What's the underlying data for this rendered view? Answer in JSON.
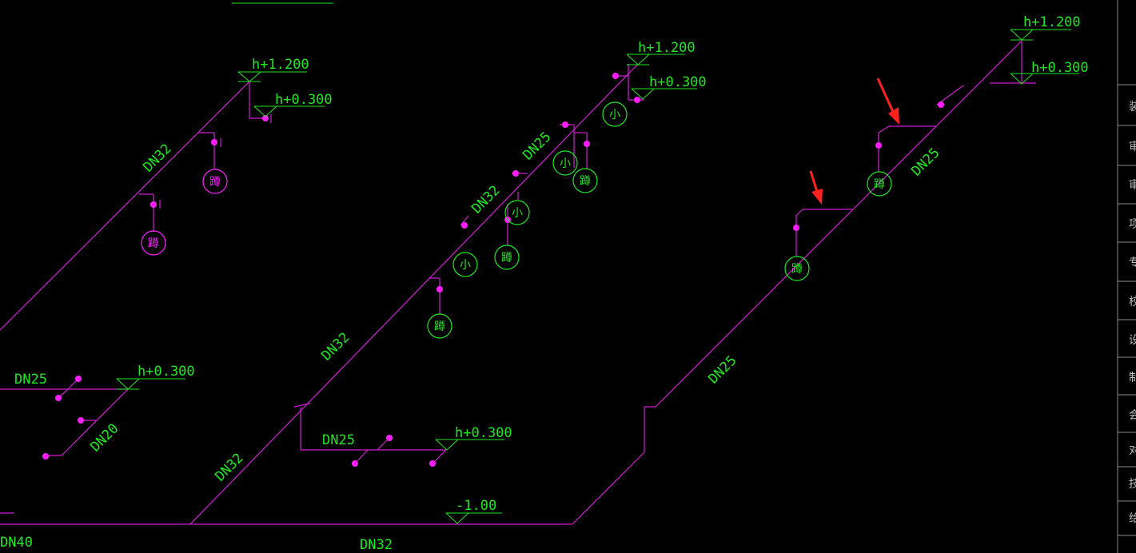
{
  "colors": {
    "background": "#000000",
    "pipe": "#d21ed2",
    "fixture_node": "#ff1eff",
    "label": "#1ee81e",
    "arrow": "#ff2020",
    "frame": "#8a8a8a"
  },
  "labels": {
    "h1200_left": "h+1.200",
    "h0300_left": "h+0.300",
    "dn32_left": "DN32",
    "dn25_lower_left": "DN25",
    "h0300_lower_left": "h+0.300",
    "dn20_lower_left": "DN20",
    "dn40_bottom": "DN40",
    "dn32_bottom": "DN32",
    "h1200_mid": "h+1.200",
    "h0300_mid": "h+0.300",
    "dn25_mid": "DN25",
    "dn32_mid_upper": "DN32",
    "dn32_mid": "DN32",
    "dn32_mid_lower": "DN32",
    "dn25_branch_mid": "DN25",
    "h0300_branch_mid": "h+0.300",
    "elev_minus_100": "-1.00",
    "h1200_right": "h+1.200",
    "h0300_right": "h+0.300",
    "dn25_right_upper": "DN25",
    "dn25_right_lower": "DN25"
  },
  "fixtures": {
    "squat": "蹲",
    "urinal": "小"
  },
  "title_block_chars": [
    "装",
    "审",
    "审",
    "项",
    "专",
    "校",
    "设",
    "制",
    "会",
    "对",
    "技",
    "给"
  ],
  "icons": {
    "annotation_arrow_upper": "red-arrow-icon",
    "annotation_arrow_lower": "red-arrow-icon"
  }
}
